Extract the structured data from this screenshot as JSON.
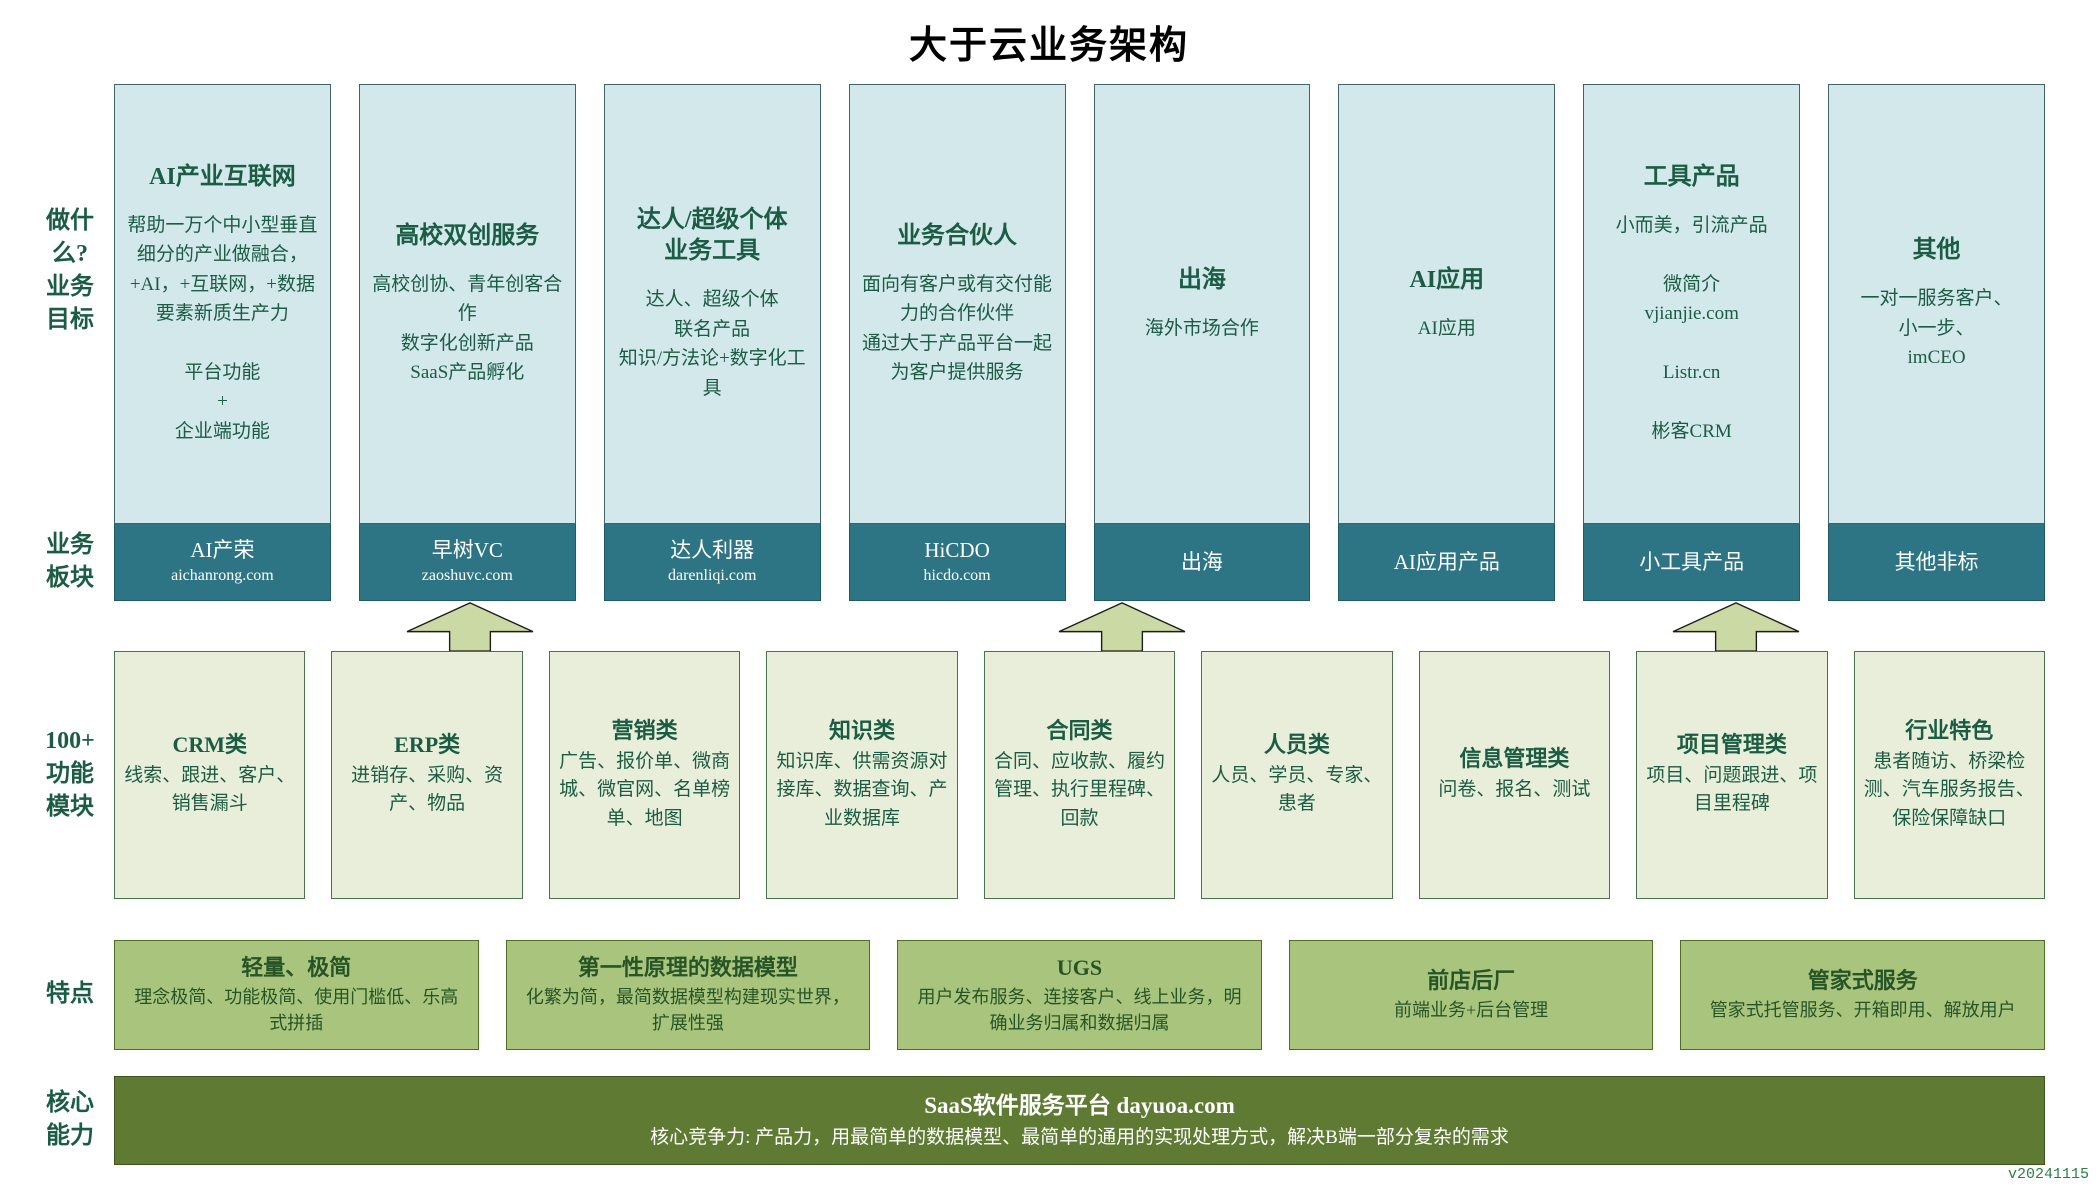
{
  "title": "大于云业务架构",
  "version": "v20241115",
  "colors": {
    "goal_card_fill": "#d3e8ea",
    "section_bar_fill": "#2d7484",
    "module_card_fill": "#e9eeda",
    "feature_card_fill": "#a9c57d",
    "core_bar_fill": "#5e7a33",
    "arrow_fill": "#cbd9a4",
    "text_green": "#1b5c44"
  },
  "row_labels": {
    "goal": "做什\n么?\n业务\n目标",
    "sections": "业务\n板块",
    "modules": "100+\n功能\n模块",
    "features": "特点",
    "core": "核心\n能力"
  },
  "business_columns": [
    {
      "title": "AI产业互联网",
      "description_lines": [
        "帮助一万个中小型垂直细分的产业做融合，+AI，+互联网，+数据要素新质生产力",
        "",
        "平台功能",
        "+",
        "企业端功能"
      ],
      "section_name": "AI产荣",
      "section_domain": "aichanrong.com"
    },
    {
      "title": "高校双创服务",
      "description_lines": [
        "高校创协、青年创客合作",
        "数字化创新产品",
        "SaaS产品孵化"
      ],
      "section_name": "早树VC",
      "section_domain": "zaoshuvc.com"
    },
    {
      "title": "达人/超级个体\n业务工具",
      "description_lines": [
        "达人、超级个体",
        "联名产品",
        "知识/方法论+数字化工具"
      ],
      "section_name": "达人利器",
      "section_domain": "darenliqi.com"
    },
    {
      "title": "业务合伙人",
      "description_lines": [
        "面向有客户或有交付能力的合作伙伴",
        "通过大于产品平台一起为客户提供服务"
      ],
      "section_name": "HiCDO",
      "section_domain": "hicdo.com"
    },
    {
      "title": "出海",
      "description_lines": [
        "海外市场合作"
      ],
      "section_name": "出海",
      "section_domain": ""
    },
    {
      "title": "AI应用",
      "description_lines": [
        "AI应用"
      ],
      "section_name": "AI应用产品",
      "section_domain": ""
    },
    {
      "title": "工具产品",
      "description_lines": [
        "小而美，引流产品",
        "",
        "微简介",
        "vjianjie.com",
        "",
        "Listr.cn",
        "",
        "彬客CRM"
      ],
      "section_name": "小工具产品",
      "section_domain": ""
    },
    {
      "title": "其他",
      "description_lines": [
        "一对一服务客户、",
        "小一步、",
        "imCEO"
      ],
      "section_name": "其他非标",
      "section_domain": ""
    }
  ],
  "function_modules": [
    {
      "title": "CRM类",
      "items": "线索、跟进、客户、销售漏斗"
    },
    {
      "title": "ERP类",
      "items": "进销存、采购、资产、物品"
    },
    {
      "title": "营销类",
      "items": "广告、报价单、微商城、微官网、名单榜单、地图"
    },
    {
      "title": "知识类",
      "items": "知识库、供需资源对接库、数据查询、产业数据库"
    },
    {
      "title": "合同类",
      "items": "合同、应收款、履约管理、执行里程碑、回款"
    },
    {
      "title": "人员类",
      "items": "人员、学员、专家、患者"
    },
    {
      "title": "信息管理类",
      "items": "问卷、报名、测试"
    },
    {
      "title": "项目管理类",
      "items": "项目、问题跟进、项目里程碑"
    },
    {
      "title": "行业特色",
      "items": "患者随访、桥梁检测、汽车服务报告、保险保障缺口"
    }
  ],
  "features": [
    {
      "title": "轻量、极简",
      "description": "理念极简、功能极简、使用门槛低、乐高式拼插"
    },
    {
      "title": "第一性原理的数据模型",
      "description": "化繁为简，最简数据模型构建现实世界，扩展性强"
    },
    {
      "title": "UGS",
      "description": "用户发布服务、连接客户、线上业务，明确业务归属和数据归属"
    },
    {
      "title": "前店后厂",
      "description": "前端业务+后台管理"
    },
    {
      "title": "管家式服务",
      "description": "管家式托管服务、开箱即用、解放用户"
    }
  ],
  "core_platform": {
    "line1": "SaaS软件服务平台 dayuoa.com",
    "line2": "核心竞争力: 产品力，用最简单的数据模型、最简单的通用的实现处理方式，解决B端一部分复杂的需求"
  }
}
